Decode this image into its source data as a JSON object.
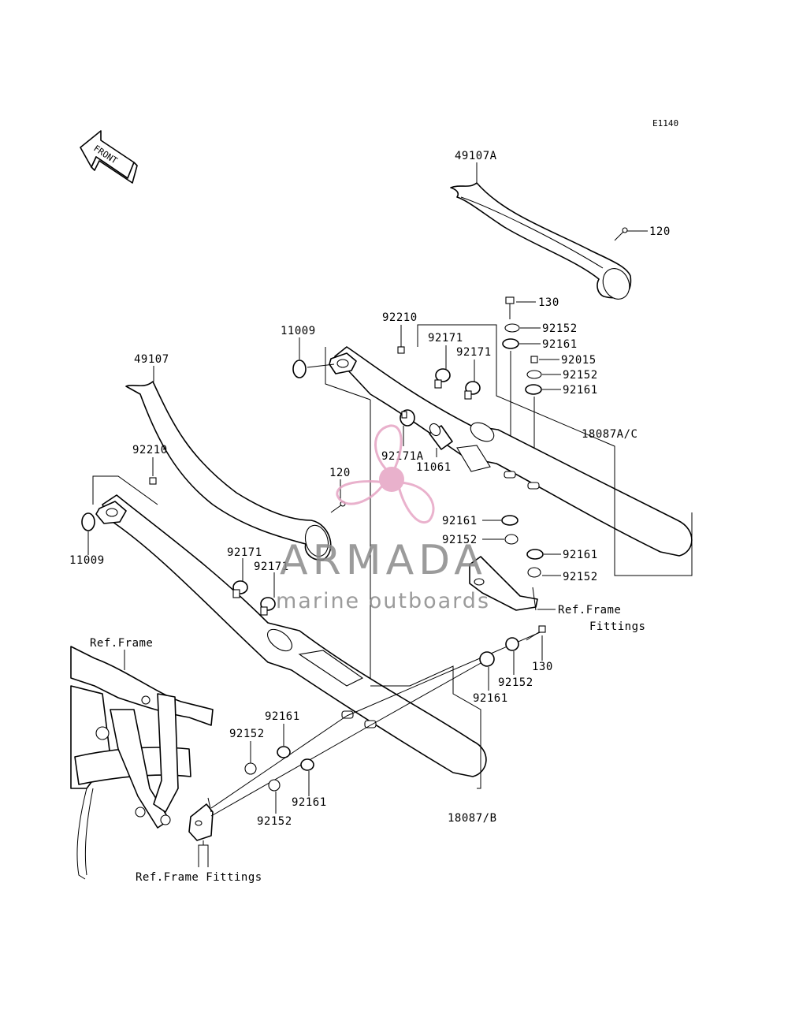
{
  "diagram": {
    "code": "E1140",
    "front_label": "FRONT",
    "labels": {
      "p49107A": "49107A",
      "p120_top": "120",
      "p130_top": "130",
      "p92152_a": "92152",
      "p92161_a": "92161",
      "p92015": "92015",
      "p92152_b": "92152",
      "p92161_b": "92161",
      "p11009_top": "11009",
      "p92210_top": "92210",
      "p92171_a": "92171",
      "p92171_b": "92171",
      "p18087AC": "18087A/C",
      "p92171A": "92171A",
      "p11061": "11061",
      "p49107": "49107",
      "p92210_left": "92210",
      "p120_mid": "120",
      "p11009_left": "11009",
      "p92161_c": "92161",
      "p92152_c": "92152",
      "p92161_d": "92161",
      "p92152_d": "92152",
      "p92171_c": "92171",
      "p92171_d": "92171",
      "ref_frame_fittings_right_1": "Ref.Frame",
      "ref_frame_fittings_right_2": "Fittings",
      "ref_frame": "Ref.Frame",
      "p130_mid": "130",
      "p92152_e": "92152",
      "p92161_e": "92161",
      "p92161_f": "92161",
      "p92152_f": "92152",
      "p92161_g": "92161",
      "p92152_g": "92152",
      "p18087B": "18087/B",
      "ref_frame_fittings_bottom": "Ref.Frame Fittings"
    }
  },
  "watermark": {
    "brand": "ARMADA",
    "tagline": "marine outboards",
    "colors": {
      "propeller": "#e6a4c4",
      "hub": "#e6a4c4",
      "text": "#8a8a8a"
    }
  }
}
